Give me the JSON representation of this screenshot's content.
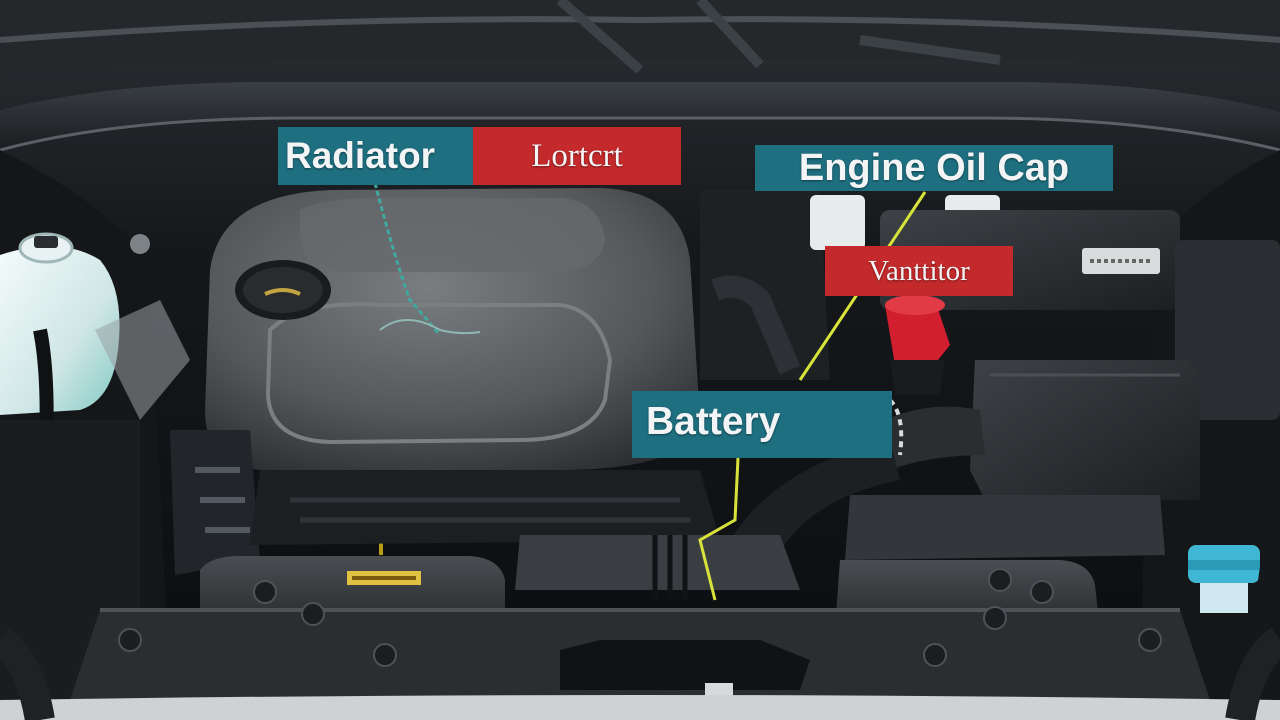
{
  "image": {
    "description_kind": "engine-bay-photo",
    "colors": {
      "callout_teal": "#1e6f80",
      "callout_red": "#c42a2c",
      "leader_yellow": "#d8e23a",
      "leader_teal": "#3fa9a0",
      "coolant_tank": "#dfeeee",
      "engine_cover": "#5e6164",
      "dipstick_handle": "#e2c21c"
    }
  },
  "callouts": {
    "radiator": "Radiator",
    "lortcrt": "Lortcrt",
    "engine_oil_cap": "Engine Oil Cap",
    "vanttitor": "Vanttitor",
    "battery": "Battery"
  }
}
